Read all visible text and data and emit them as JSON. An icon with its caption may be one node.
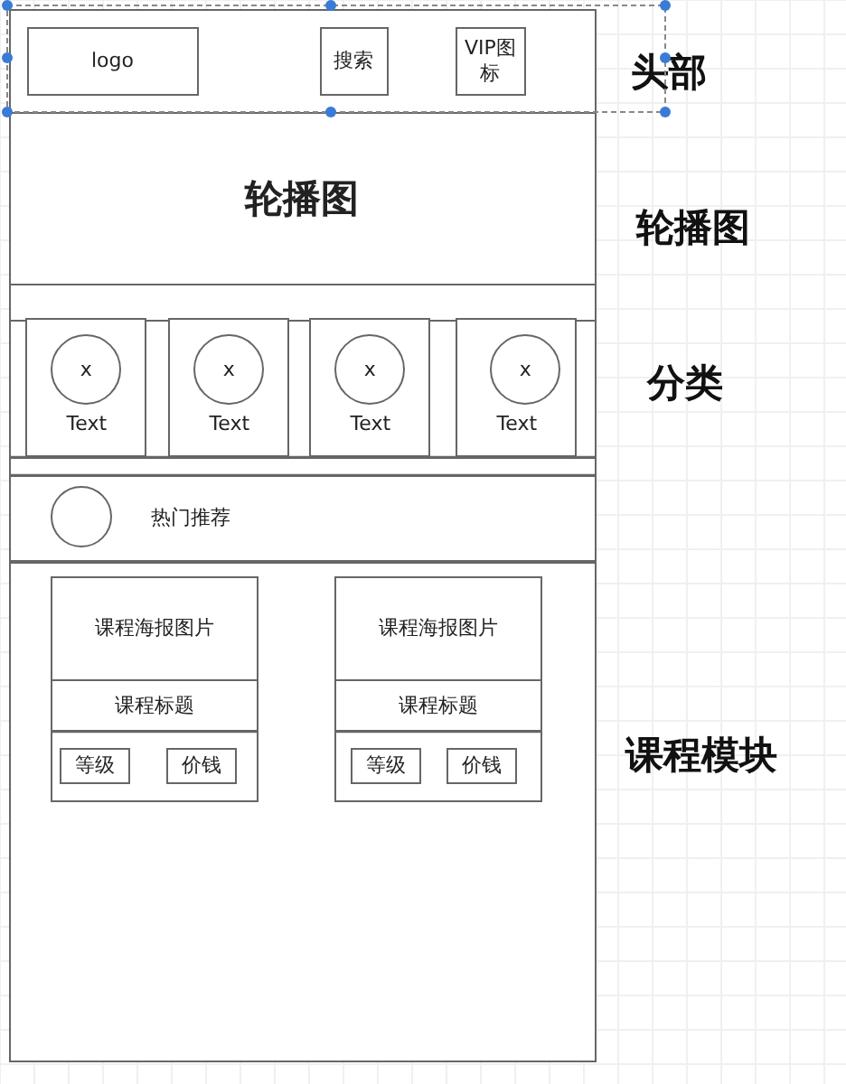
{
  "diagram": {
    "nodes": [
      {
        "text": [],
        "shape": "box"
      },
      {
        "text": [
          "logo"
        ],
        "in": 0
      },
      {
        "text": [
          "搜索"
        ],
        "in": 0
      },
      {
        "text": [
          "VIP图标"
        ],
        "in": 0
      },
      {
        "text": [
          "轮播图"
        ],
        "in": 0
      },
      {
        "text": [],
        "shape": "box",
        "in": 0
      },
      {
        "text": [
          "Text"
        ],
        "in": 5
      },
      {
        "text": [
          "x"
        ],
        "in": 6
      },
      {
        "text": [
          "Text"
        ],
        "in": 5
      },
      {
        "text": [
          "x"
        ],
        "in": 8
      },
      {
        "text": [
          "Text"
        ],
        "in": 5
      },
      {
        "text": [
          "x"
        ],
        "in": 10
      },
      {
        "text": [
          "Text"
        ],
        "in": 5
      },
      {
        "text": [
          "x"
        ],
        "in": 12
      },
      {
        "text": [
          "热门推荐"
        ],
        "in": 0
      },
      {
        "text": [],
        "shape": "circle",
        "in": 14
      },
      {
        "text": [],
        "shape": "box",
        "in": 0
      },
      {
        "text": [],
        "shape": "box",
        "in": 16
      },
      {
        "text": [
          "课程海报图片"
        ],
        "in": 17
      },
      {
        "text": [
          "课程标题"
        ],
        "in": 17
      },
      {
        "text": [
          "等级"
        ],
        "in": 17
      },
      {
        "text": [
          "价钱"
        ],
        "in": 17
      },
      {
        "text": [],
        "shape": "box",
        "in": 16
      },
      {
        "text": [
          "课程海报图片"
        ],
        "in": 22
      },
      {
        "text": [
          "课程标题"
        ],
        "in": 22
      },
      {
        "text": [
          "等级"
        ],
        "in": 22
      },
      {
        "text": [
          "价钱"
        ],
        "in": 22
      }
    ],
    "labels": [
      "头部",
      "轮播图",
      "分类",
      "课程模块"
    ]
  }
}
